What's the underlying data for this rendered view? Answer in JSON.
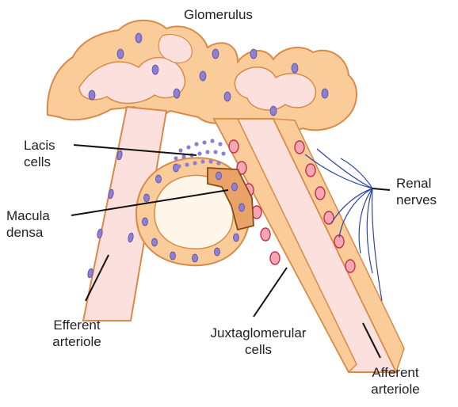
{
  "labels": {
    "glomerulus": "Glomerulus",
    "lacis": [
      "Lacis",
      "cells"
    ],
    "macula": [
      "Macula",
      "densa"
    ],
    "renal": [
      "Renal",
      "nerves"
    ],
    "efferent": [
      "Efferent",
      "arteriole"
    ],
    "juxta": [
      "Juxtaglomerular",
      "cells"
    ],
    "afferent": [
      "Afferent",
      "arteriole"
    ]
  },
  "colors": {
    "tissue": "#f9cc9a",
    "tissue_edge": "#d98a45",
    "lumen": "#fbe0de",
    "nucleus": "#8f7fd0",
    "jg_cell": "#c2304a",
    "macula": "#e9a368",
    "nerve": "#2c45a6",
    "label_line": "#111111"
  }
}
